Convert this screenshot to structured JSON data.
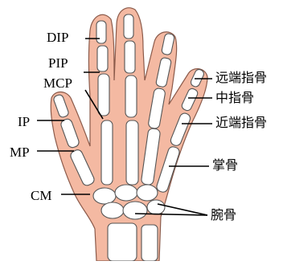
{
  "labels_left": {
    "dip": "DIP",
    "pip": "PIP",
    "mcp": "MCP",
    "ip": "IP",
    "mp": "MP",
    "cm": "CM"
  },
  "labels_right": {
    "distal_phalanx": "远端指骨",
    "middle_phalanx": "中指骨",
    "proximal_phalanx": "近端指骨",
    "metacarpal": "掌骨",
    "carpal": "腕骨"
  },
  "colors": {
    "skin": "#F4B9A2",
    "skin_outline": "#8B5A4A",
    "bone": "#FFFFFF",
    "bone_outline": "#555555",
    "leader_line": "#000000"
  }
}
